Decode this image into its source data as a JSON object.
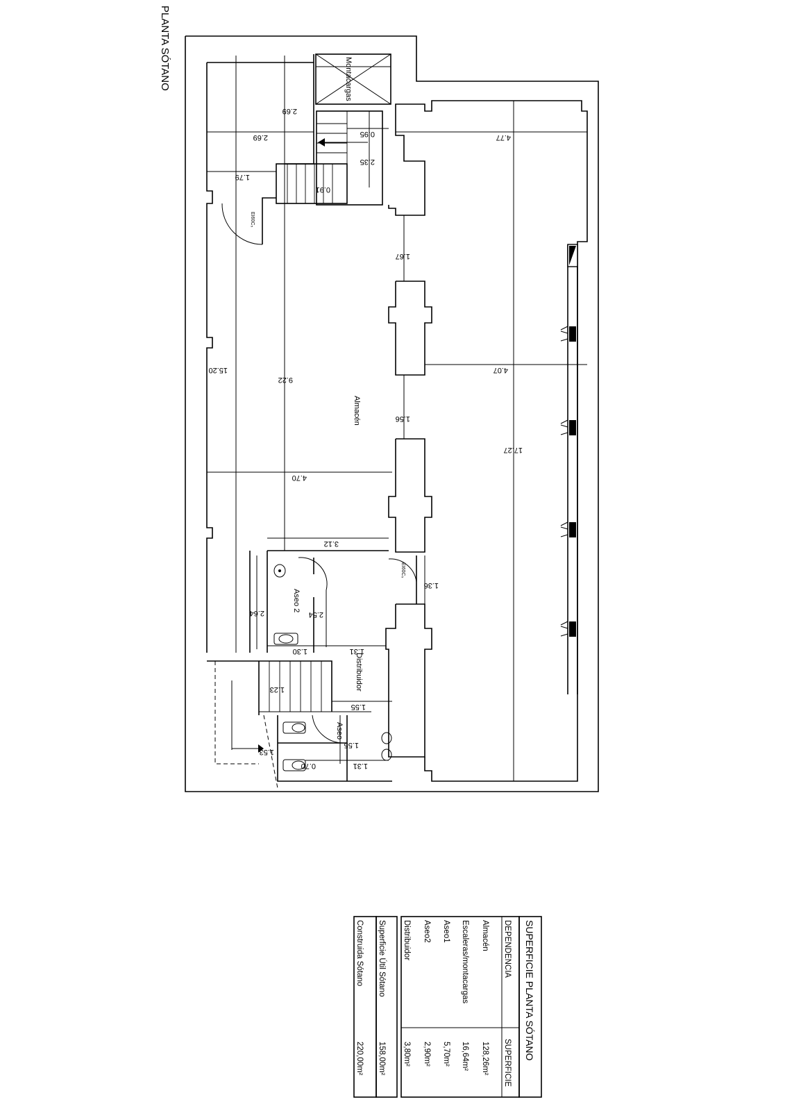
{
  "drawing": {
    "title": "PLANTA SÓTANO",
    "rooms": {
      "almacen": "Almacén",
      "montacargas": "Montacargas",
      "aseo2": "Aseo 2",
      "aseo1": "Aseo",
      "distribuidor": "Distribuidor",
      "door_tag_a": "EI60C₅",
      "door_tag_b": "EI60C₅"
    },
    "dimensions": {
      "d_1520": "15.20",
      "d_922": "9.22",
      "d_470": "4.70",
      "d_1727": "17.27",
      "d_407": "4.07",
      "d_477": "4.77",
      "d_167": "1.67",
      "d_156": "1.56",
      "d_269a": "2.69",
      "d_269b": "2.69",
      "d_179": "1.79",
      "d_095": "0.95",
      "d_235": "2.35",
      "d_091": "0.91",
      "d_312": "3.12",
      "d_136": "1.36",
      "d_264": "2.64",
      "d_254": "2.54",
      "d_131a": "1.31",
      "d_130": "1.30",
      "d_123": "1.23",
      "d_155a": "1.55",
      "d_155b": "1.55",
      "d_153": "1.53",
      "d_070": "0.70",
      "d_131b": "1.31"
    }
  },
  "surface_table": {
    "title": "SUPERFICIE PLANTA SÓTANO",
    "header": {
      "dependencia": "DEPENDENCIA",
      "superficie": "SUPERFICIE"
    },
    "rows": [
      {
        "name": "Almacén",
        "area": "128,26m²"
      },
      {
        "name": "Escaleras/montacargas",
        "area": "16,64m²"
      },
      {
        "name": "Aseo1",
        "area": "5,70m²"
      },
      {
        "name": "Aseo2",
        "area": "2,90m²"
      },
      {
        "name": "Distribuidor",
        "area": "3,80m²"
      }
    ],
    "totals": [
      {
        "name": "Superficie Útil Sótano",
        "area": "158,00m²"
      },
      {
        "name": "Construida Sótano",
        "area": "220,00m²"
      }
    ]
  }
}
